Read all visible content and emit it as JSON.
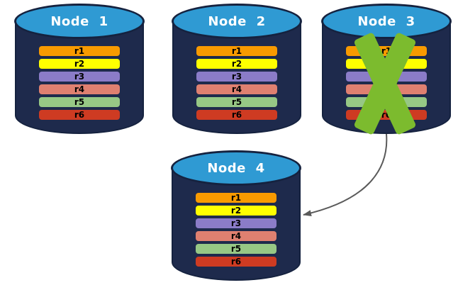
{
  "colors": {
    "cylinder_body": "#1E2A4C",
    "cylinder_top": "#2F9AD3",
    "cylinder_outline": "#15223F",
    "x_mark": "#7CBB2E",
    "arrow": "#5A5A5A",
    "title_text": "#FFFFFF",
    "row_text": "#000000"
  },
  "nodes": [
    {
      "title": "Node 1",
      "failed": false
    },
    {
      "title": "Node 2",
      "failed": false
    },
    {
      "title": "Node 3",
      "failed": true
    },
    {
      "title": "Node 4",
      "failed": false
    }
  ],
  "rows": [
    {
      "label": "r1",
      "color": "#F89A00"
    },
    {
      "label": "r2",
      "color": "#FFFF00"
    },
    {
      "label": "r3",
      "color": "#8B7CC8"
    },
    {
      "label": "r4",
      "color": "#DF8070"
    },
    {
      "label": "r5",
      "color": "#97C885"
    },
    {
      "label": "r6",
      "color": "#CE3B22"
    }
  ],
  "arrow": {
    "from": "Node 3",
    "to": "Node 4"
  }
}
